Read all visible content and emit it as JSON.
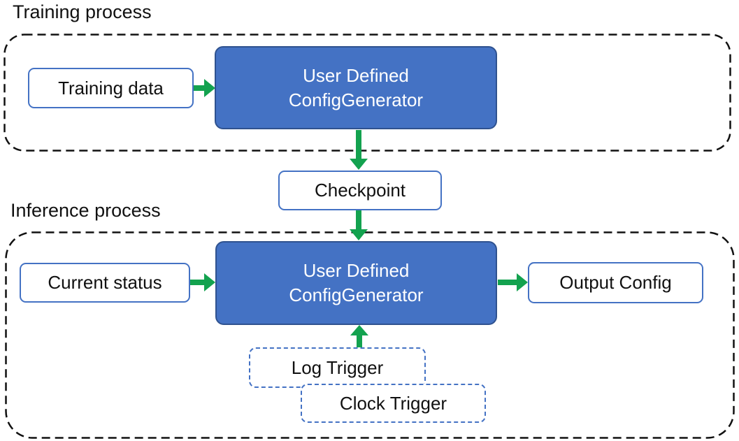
{
  "colors": {
    "node_fill": "#4472C4",
    "node_border": "#2F528F",
    "outline_blue": "#4472C4",
    "arrow_green": "#13A24F",
    "dash_black": "#111111",
    "text_dark": "#111111"
  },
  "training": {
    "section_label": "Training process",
    "training_data": "Training data",
    "generator": {
      "line1": "User Defined",
      "line2": "ConfigGenerator"
    }
  },
  "checkpoint_label": "Checkpoint",
  "inference": {
    "section_label": "Inference process",
    "current_status": "Current status",
    "generator": {
      "line1": "User Defined",
      "line2": "ConfigGenerator"
    },
    "output_config": "Output Config",
    "log_trigger": "Log Trigger",
    "clock_trigger": "Clock Trigger"
  }
}
